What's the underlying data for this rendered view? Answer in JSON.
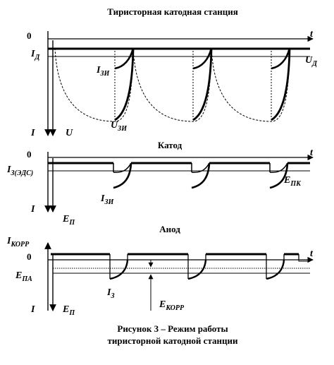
{
  "figure": {
    "panels": [
      {
        "title": "Тиристорная катодная станция",
        "zero": "0",
        "t_label": "t",
        "left_label": "I",
        "left_sub": "Д",
        "right_label": "U",
        "right_sub": "Д",
        "pulse_current_label": "I",
        "pulse_current_sub": "ЗИ",
        "pulse_voltage_label": "U",
        "pulse_voltage_sub": "ЗИ",
        "axis_current": "I",
        "axis_voltage": "U"
      },
      {
        "title": "Катод",
        "zero": "0",
        "t_label": "t",
        "left_label": "I",
        "left_sub": "З(ЭДС)",
        "right_label": "E",
        "right_sub": "ПК",
        "pulse_label": "I",
        "pulse_sub": "ЗИ",
        "axis_current": "I",
        "axis_potential": "E",
        "axis_potential_sub": "П"
      },
      {
        "title": "Анод",
        "zero": "0",
        "t_label": "t",
        "top_label": "I",
        "top_sub": "КОРР",
        "left_label": "E",
        "left_sub": "ПА",
        "pulse_label": "I",
        "pulse_sub": "З",
        "corr_label": "E",
        "corr_sub": "КОРР",
        "axis_current": "I",
        "axis_potential": "E",
        "axis_potential_sub": "П"
      }
    ],
    "caption_line1": "Рисунок 3 – Режим работы",
    "caption_line2": "тиристорной катодной станции"
  }
}
